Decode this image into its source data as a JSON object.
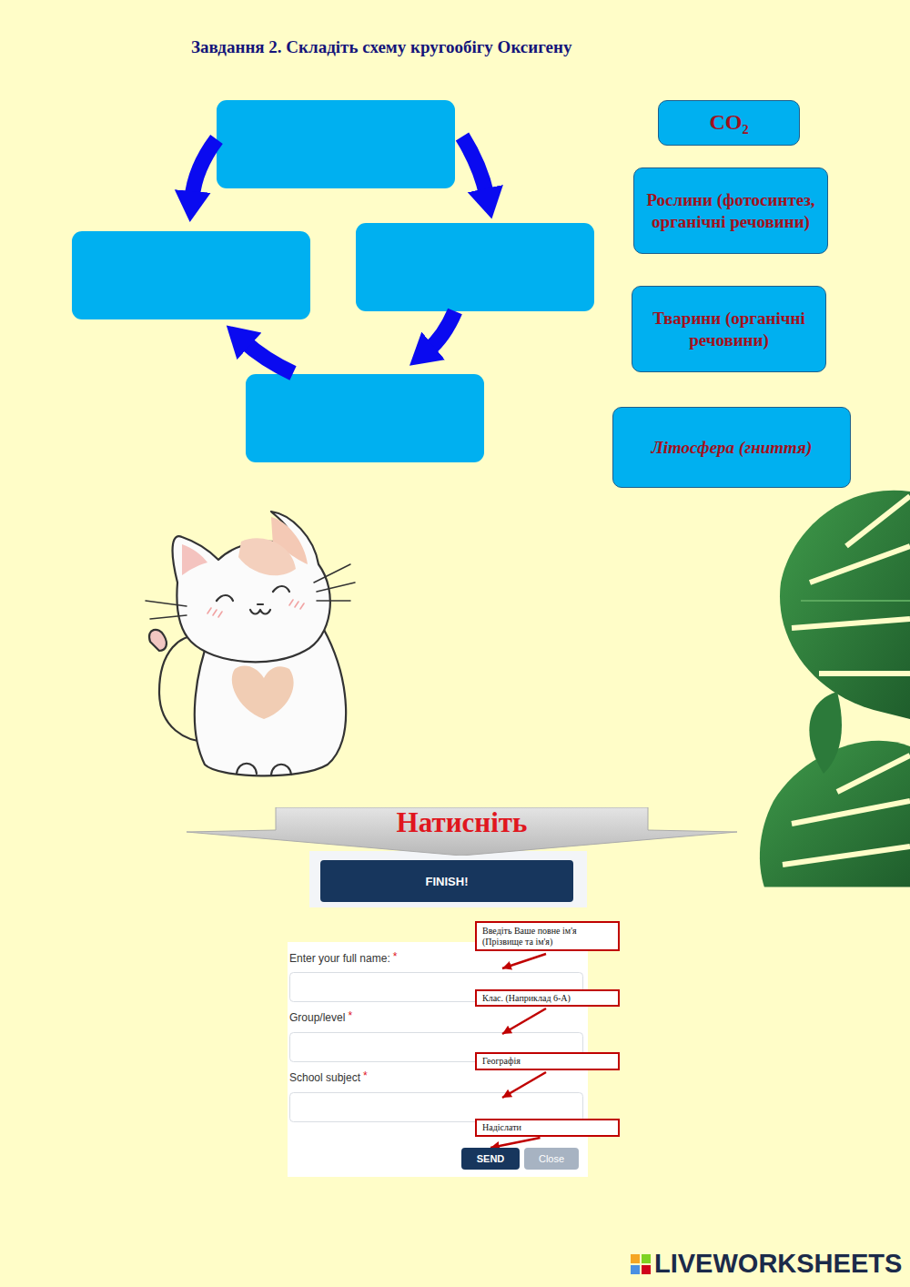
{
  "diagram": {
    "title": "Завдання 2. Складіть схему кругообігу Оксигену",
    "nodes": [
      {
        "text": [
          "CO₂"
        ]
      },
      {
        "text": [
          "Рослини (фотосинтез, органічні речовини)"
        ]
      },
      {
        "text": [
          "Тварини (органічні речовини)"
        ]
      },
      {
        "text": [
          "Літосфера (гниття)"
        ]
      },
      {
        "text": [
          "Натисніть"
        ]
      },
      {
        "text": [
          "FINISH!"
        ]
      },
      {
        "text": [
          "Введіть Ваше повне ім'я (Прізвище та ім'я)"
        ]
      },
      {
        "text": [
          "Клас. (Наприклад 6-А)"
        ]
      },
      {
        "text": [
          "Географія"
        ]
      },
      {
        "text": [
          "Надіслати"
        ]
      },
      {
        "text": [
          "SEND"
        ]
      },
      {
        "text": [
          "Close"
        ]
      }
    ],
    "edges": [
      {
        "from": 9,
        "to": 10,
        "arrow": "to"
      }
    ],
    "labels": [
      "Enter your full name:",
      "*",
      "Group/level",
      "*",
      "School subject",
      "*",
      "LIVEWORKSHEETS"
    ]
  }
}
